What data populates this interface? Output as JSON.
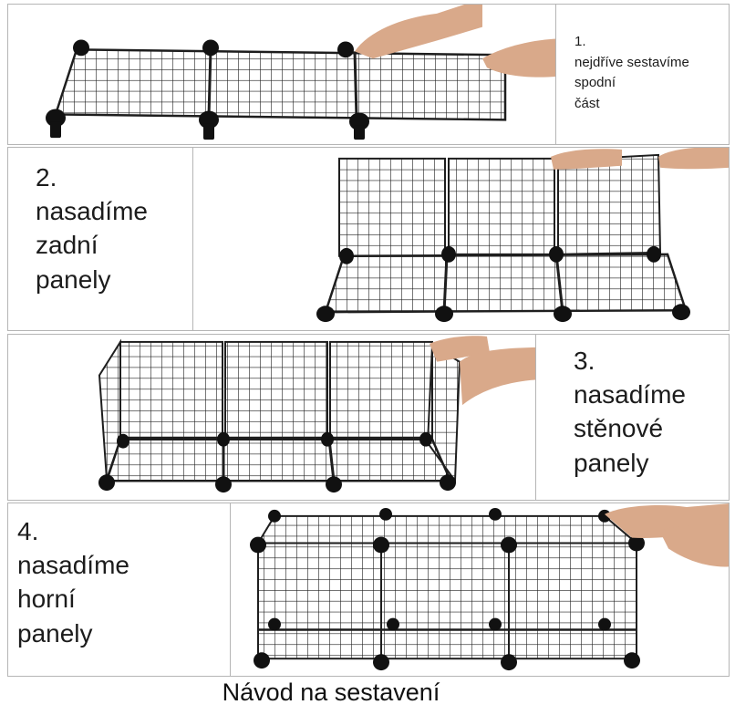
{
  "steps": [
    {
      "number": "1.",
      "lines": [
        "nejdříve sestavíme",
        "spodní",
        "část"
      ]
    },
    {
      "number": "2.",
      "lines": [
        "nasadíme",
        "zadní",
        "panely"
      ]
    },
    {
      "number": "3.",
      "lines": [
        "nasadíme",
        "stěnové",
        "panely"
      ]
    },
    {
      "number": "4.",
      "lines": [
        "nasadíme",
        "horní",
        "panely"
      ]
    }
  ],
  "footer": {
    "title": "Návod na sestavení"
  },
  "colors": {
    "wire": "#1e1e1e",
    "skin": "#d9a98a",
    "border": "#b5b5b5"
  },
  "icons": [
    "photo-step-1",
    "photo-step-2",
    "photo-step-3",
    "photo-step-4"
  ]
}
